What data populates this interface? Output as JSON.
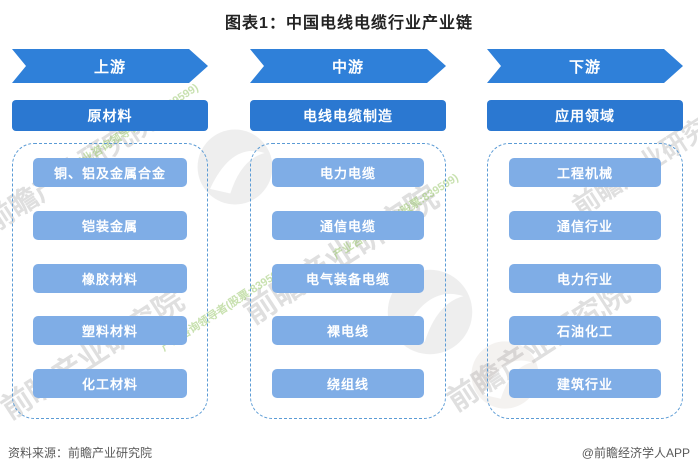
{
  "title": "图表1：中国电线电缆行业产业链",
  "columns": [
    {
      "stage": "上游",
      "header": "原材料",
      "items": [
        "铜、铝及金属合金",
        "铠装金属",
        "橡胶材料",
        "塑料材料",
        "化工材料"
      ]
    },
    {
      "stage": "中游",
      "header": "电线电缆制造",
      "items": [
        "电力电缆",
        "通信电缆",
        "电气装备电缆",
        "裸电线",
        "绕组线"
      ]
    },
    {
      "stage": "下游",
      "header": "应用领域",
      "items": [
        "工程机械",
        "通信行业",
        "电力行业",
        "石油化工",
        "建筑行业"
      ]
    }
  ],
  "footer": {
    "source": "资料来源：前瞻产业研究院",
    "credit": "@前瞻经济学人APP"
  },
  "watermark": {
    "text": "前瞻产业研究院",
    "subtext": "产业咨询领导者(股票:839599)"
  },
  "colors": {
    "arrow_blue": "#2f80d9",
    "header_blue": "#2b78d1",
    "item_blue": "#7fade6",
    "dashed_border": "#5b9bd5",
    "footer_gray": "#595959"
  }
}
